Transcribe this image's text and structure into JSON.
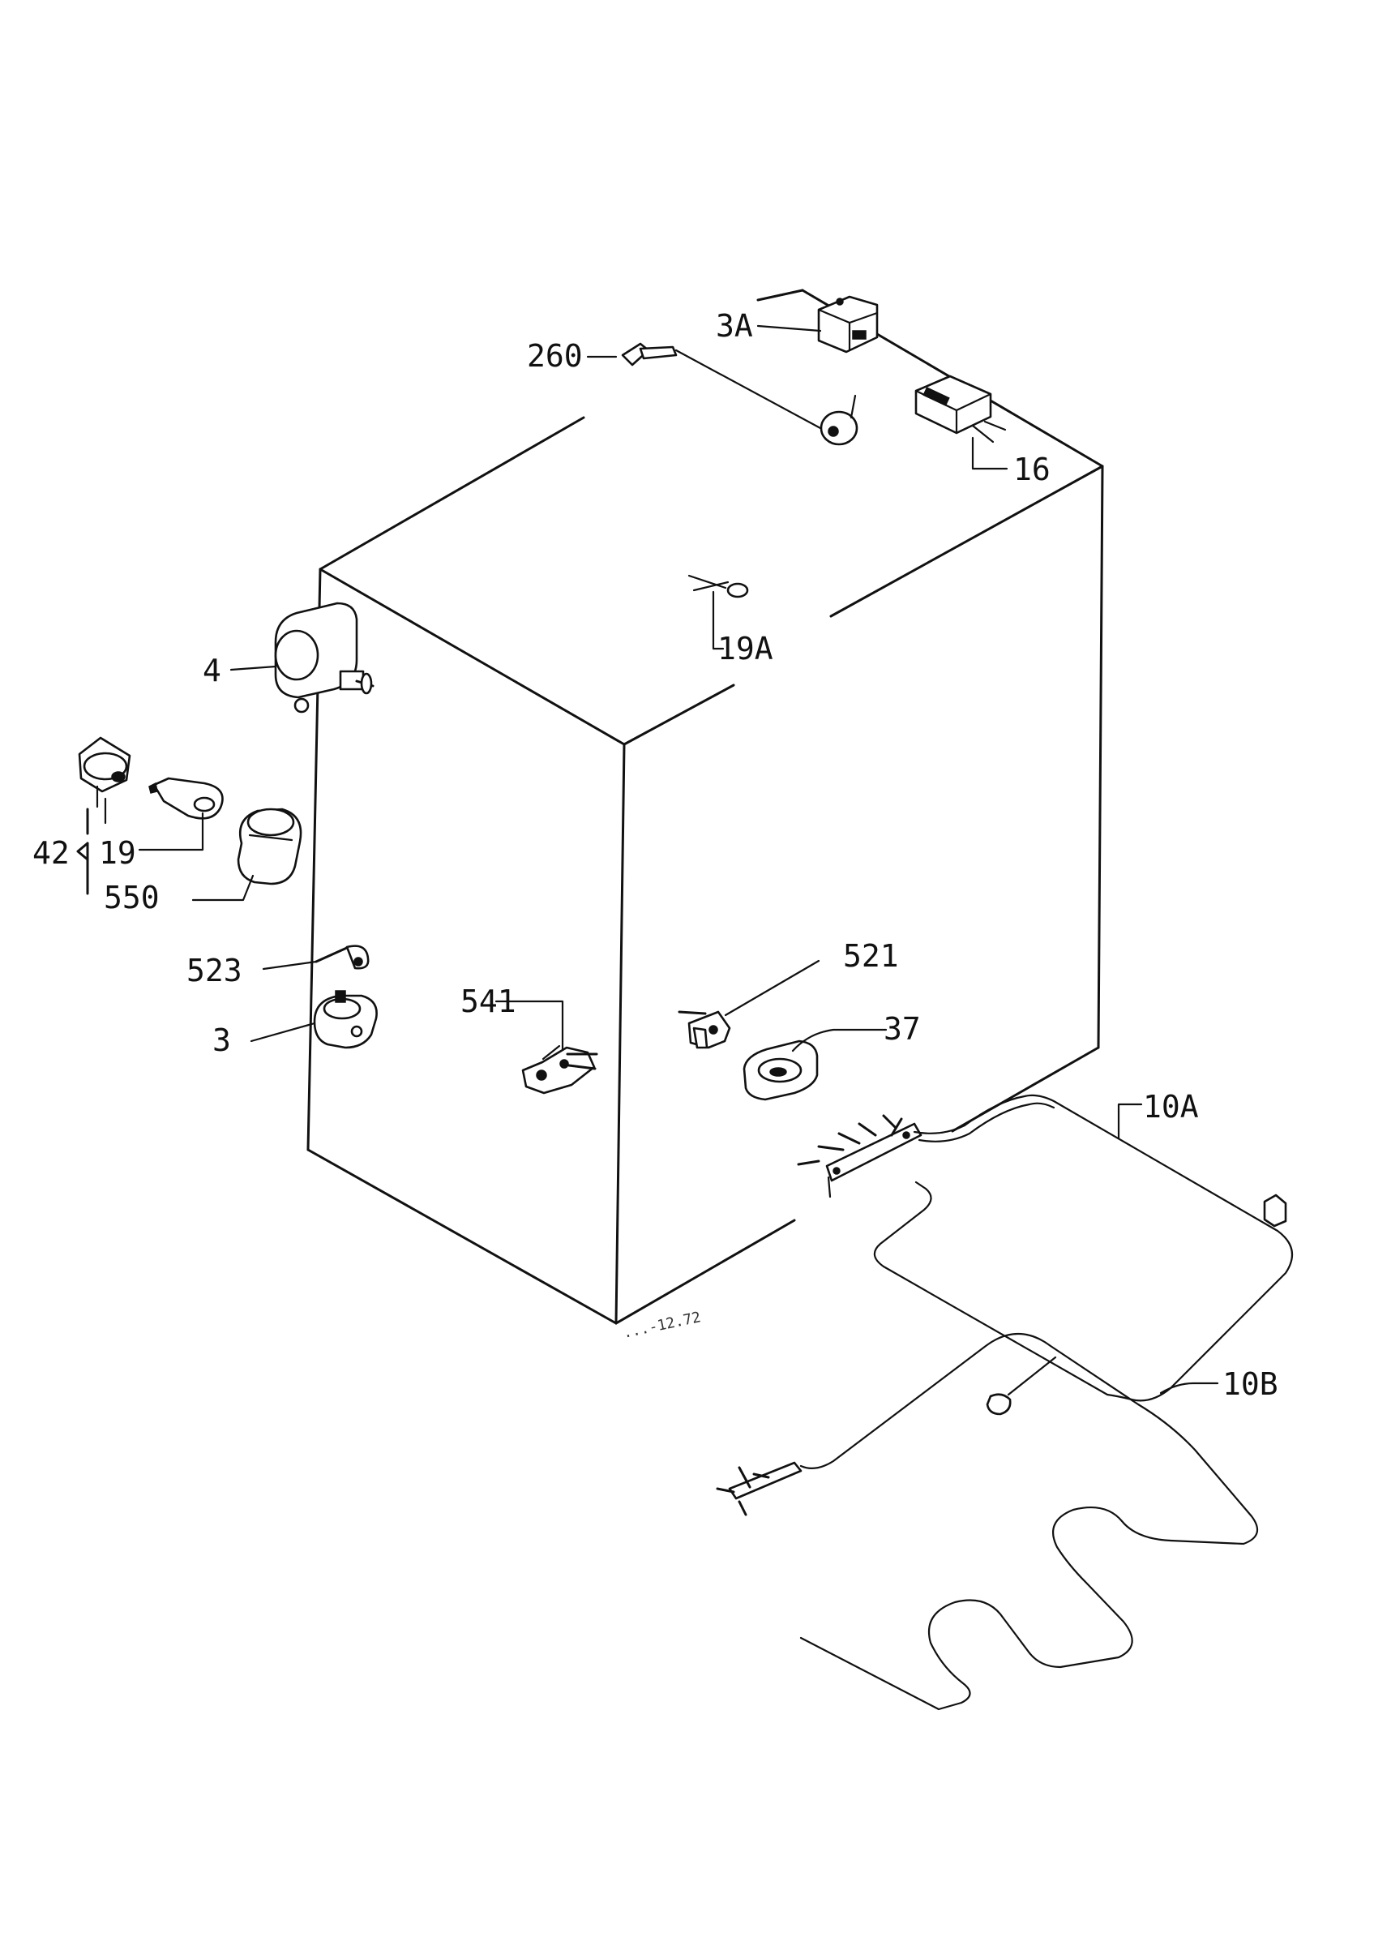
{
  "labels": {
    "l260": "260",
    "l3A": "3A",
    "l16": "16",
    "l19A": "19A",
    "l4": "4",
    "l42": "42",
    "l19": "19",
    "l550": "550",
    "l523": "523",
    "l3": "3",
    "l541": "541",
    "l521": "521",
    "l37": "37",
    "l10A": "10A",
    "l10B": "10B"
  },
  "stamp": "...-12.72",
  "icons": {
    "cabinet": "oven-cabinet-outline",
    "heater_top": "grill-heating-element-icon",
    "heater_bottom": "bottom-heating-element-icon"
  }
}
